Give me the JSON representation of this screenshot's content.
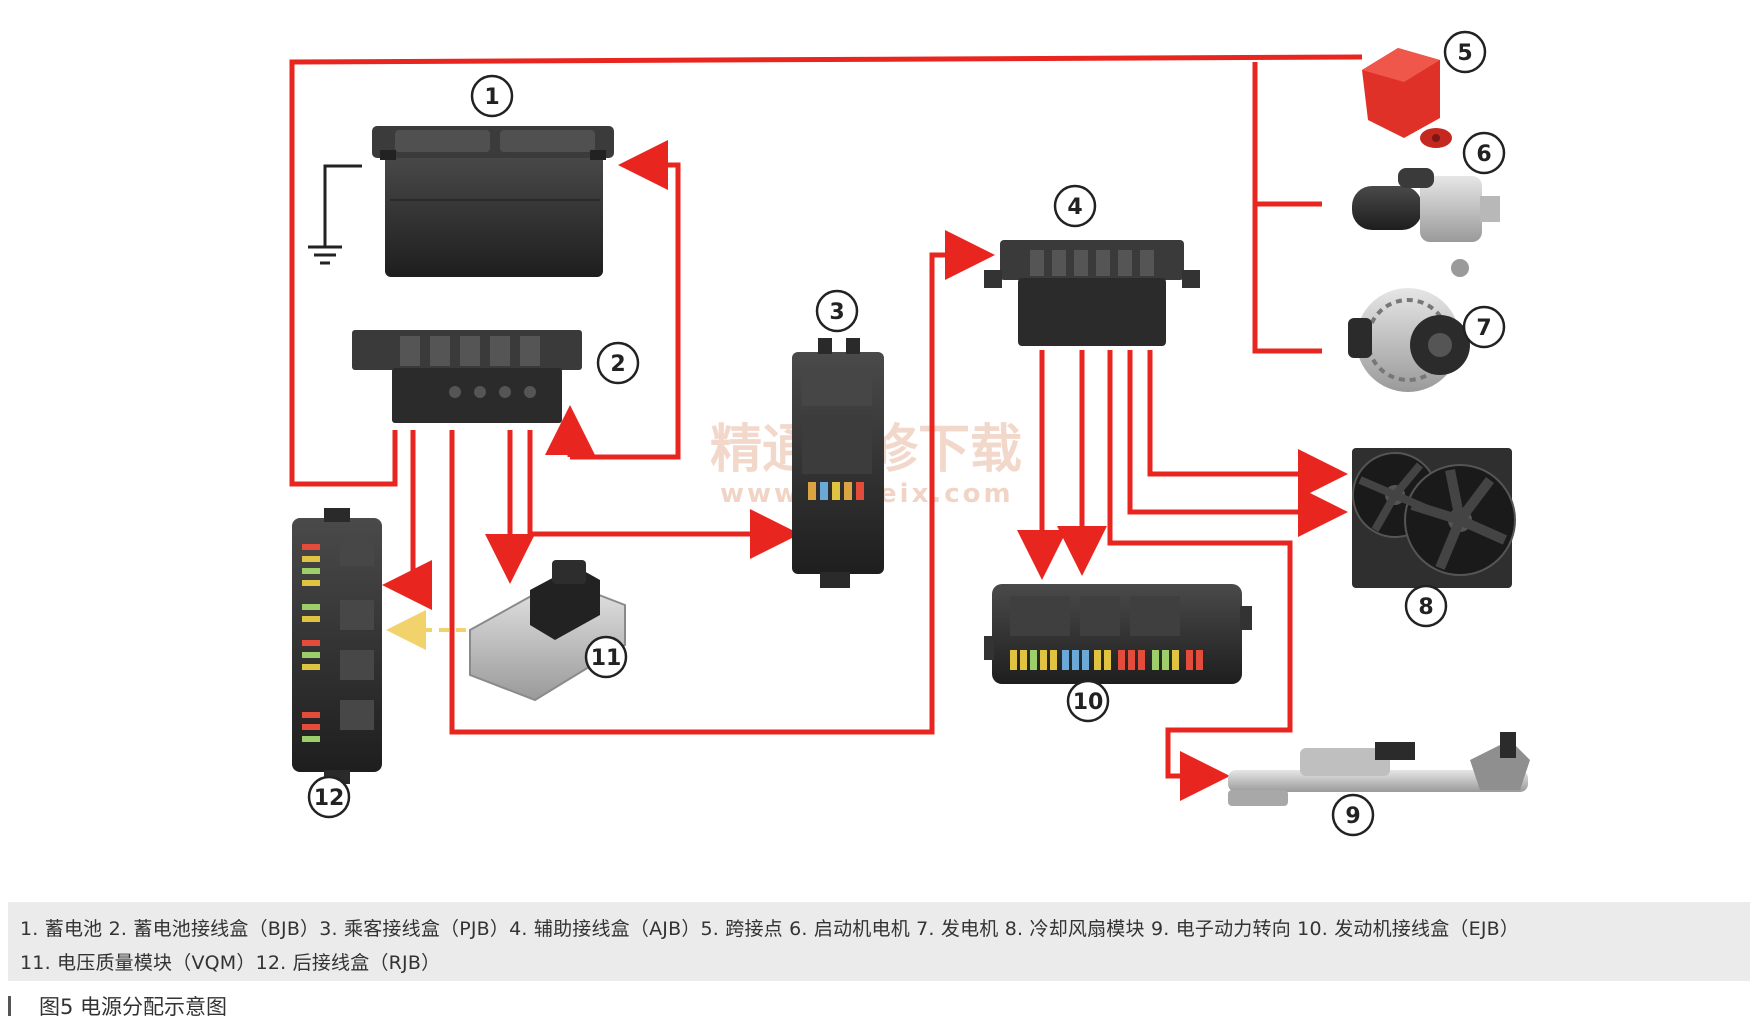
{
  "callouts": [
    "1",
    "2",
    "3",
    "4",
    "5",
    "6",
    "7",
    "8",
    "9",
    "10",
    "11",
    "12"
  ],
  "watermark": {
    "cn": "精通维修下载",
    "url": "www.gzweix.com"
  },
  "legend": {
    "line1": "1. 蓄电池  2. 蓄电池接线盒（BJB）3. 乘客接线盒（PJB）4. 辅助接线盒（AJB）5. 跨接点  6. 启动机电机  7. 发电机  8. 冷却风扇模块  9. 电子动力转向  10. 发动机接线盒（EJB）",
    "line2": "11. 电压质量模块（VQM）12. 后接线盒（RJB）"
  },
  "caption": "图5  电源分配示意图",
  "colors": {
    "wire": "#e8251f",
    "vqm_link": "#f2d26b",
    "panel": "#ebebeb"
  }
}
